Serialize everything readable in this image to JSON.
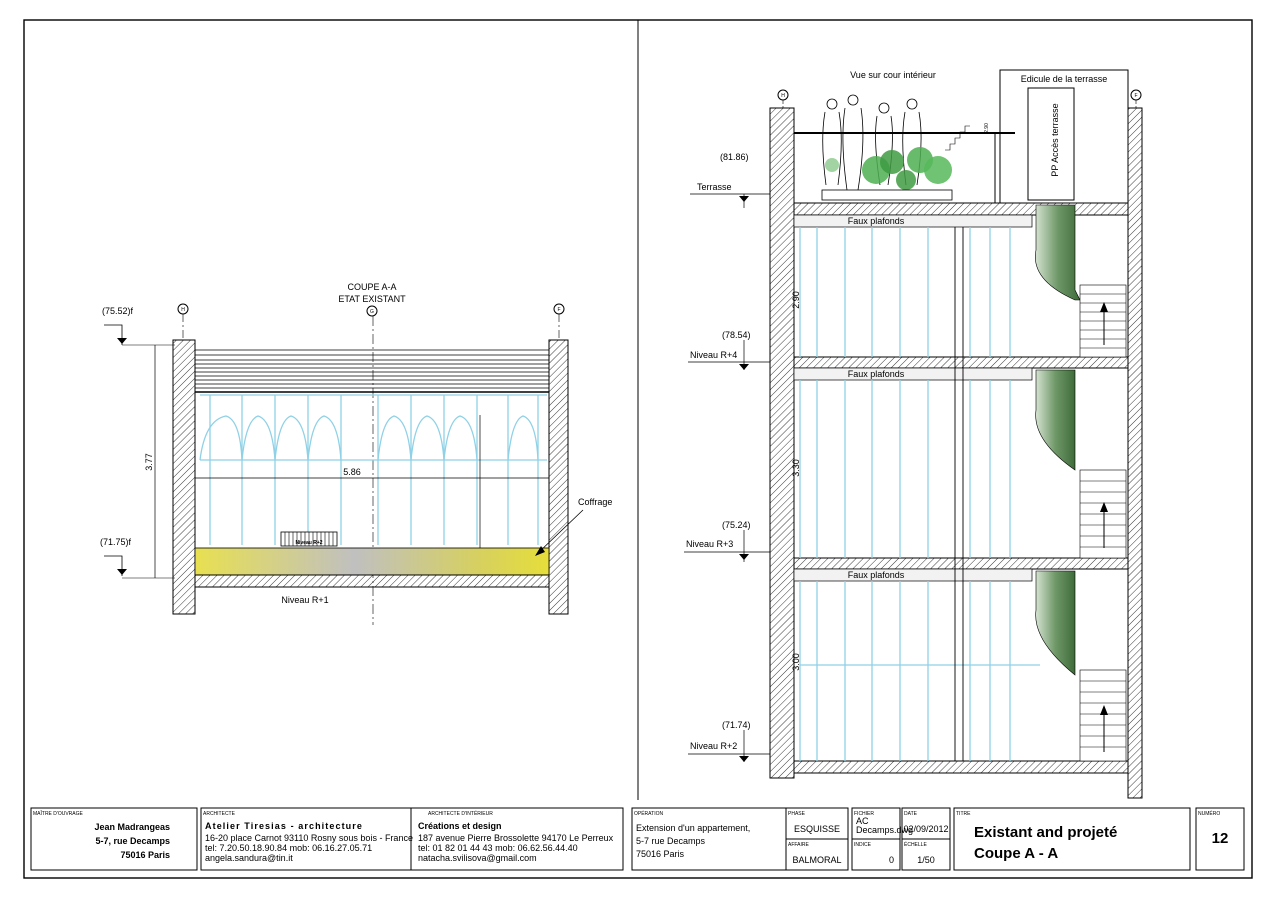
{
  "left_section": {
    "title": "COUPE A-A",
    "subtitle": "ETAT EXISTANT",
    "axis_h": "H",
    "axis_g": "G",
    "axis_f": "F",
    "level_top": "(75.52)f",
    "level_bottom": "(71.75)f",
    "height_dim": "3.77",
    "width_dim": "5.86",
    "coffrage": "Coffrage",
    "niveau": "Niveau R+1",
    "radiator": "Niveau R+2"
  },
  "right_section": {
    "axis_h": "H",
    "axis_f": "F",
    "vue": "Vue sur cour intérieur",
    "edicule": "Edicule de la terrasse",
    "pp": "PP Accès terrasse",
    "rail_dim": "2.90",
    "level_terrasse": "(81.86)",
    "terrasse": "Terrasse",
    "level_r4": "(78.54)",
    "niveau_r4": "Niveau R+4",
    "level_r3": "(75.24)",
    "niveau_r3": "Niveau R+3",
    "level_r2": "(71.74)",
    "niveau_r2": "Niveau R+2",
    "faux": "Faux plafonds",
    "dim_upper": "2.90",
    "dim_middle": "3.30",
    "dim_lower": "3.00"
  },
  "title_block": {
    "maitre_label": "MAÎTRE D'OUVRAGE",
    "maitre_name": "Jean Madrangeas",
    "maitre_addr1": "5-7, rue Decamps",
    "maitre_addr2": "75016 Paris",
    "archi_label": "ARCHITECTE",
    "archi_name": "Atelier Tiresias - architecture",
    "archi_l1": "16-20 place Carnot   93110 Rosny sous bois - France",
    "archi_l2": "tel: 7.20.50.18.90.84   mob: 06.16.27.05.71",
    "archi_l3": "angela.sandura@tin.it",
    "archi2_label": "ARCHITECTE D'INTÉRIEUR",
    "archi2_name": "Créations et design",
    "archi2_l1": "187 avenue Pierre Brossolette 94170 Le Perreux",
    "archi2_l2": "tel: 01 82 01 44 43   mob: 06.62.56.44.40",
    "archi2_l3": "natacha.svilisova@gmail.com",
    "op_label": "OPÉRATION",
    "op_l1": "Extension d'un appartement,",
    "op_l2": "5-7 rue Decamps",
    "op_l3": "75016 Paris",
    "phase_label": "PHASE",
    "phase_val": "ESQUISSE",
    "fichier_label": "FICHIER",
    "fichier_val1": "AC",
    "fichier_val2": "Decamps.dwg",
    "date_label": "DATE",
    "date_val": "02/09/2012",
    "titre_label": "TITRE",
    "titre_l1": "Existant and projeté",
    "titre_l2": "Coupe A - A",
    "numero_label": "NUMÉRO",
    "numero_val": "12",
    "affaire_label": "AFFAIRE",
    "affaire_val": "BALMORAL",
    "indice_label": "INDICE",
    "indice_val": "0",
    "echelle_label": "ÉCHELLE",
    "echelle_val": "1/50"
  }
}
